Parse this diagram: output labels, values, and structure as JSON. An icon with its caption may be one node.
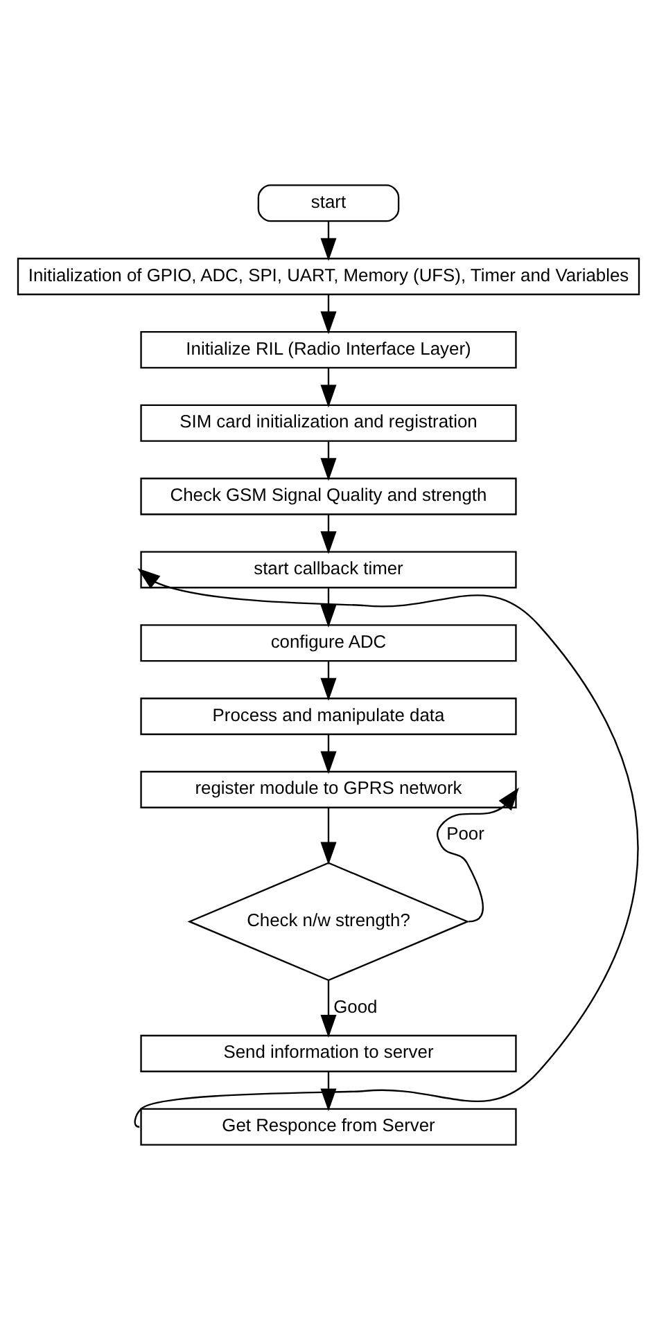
{
  "diagram": {
    "nodes": [
      {
        "text": [
          "start"
        ]
      },
      {
        "text": [
          "Initialization of GPIO, ADC, SPI, UART, Memory (UFS), Timer and Variables"
        ]
      },
      {
        "text": [
          "Initialize RIL (Radio Interface Layer)"
        ]
      },
      {
        "text": [
          "SIM card initialization and registration"
        ]
      },
      {
        "text": [
          "Check GSM Signal Quality and strength"
        ]
      },
      {
        "text": [
          "start callback timer"
        ]
      },
      {
        "text": [
          "configure ADC"
        ]
      },
      {
        "text": [
          "Process and manipulate data"
        ]
      },
      {
        "text": [
          "register module to GPRS network"
        ]
      },
      {
        "text": [
          "Check n/w strength?"
        ]
      },
      {
        "text": [
          "Send information to server"
        ]
      },
      {
        "text": [
          "Get Responce from Server"
        ]
      }
    ],
    "edges": [
      {
        "from": 0,
        "to": 1,
        "arrow": "to"
      },
      {
        "from": 1,
        "to": 2,
        "arrow": "to"
      },
      {
        "from": 2,
        "to": 3,
        "arrow": "to"
      },
      {
        "from": 3,
        "to": 4,
        "arrow": "to"
      },
      {
        "from": 4,
        "to": 5,
        "arrow": "to"
      },
      {
        "from": 5,
        "to": 6,
        "arrow": "to"
      },
      {
        "from": 6,
        "to": 7,
        "arrow": "to"
      },
      {
        "from": 7,
        "to": 8,
        "arrow": "to"
      },
      {
        "from": 8,
        "to": 9,
        "arrow": "to"
      },
      {
        "from": 9,
        "to": 10,
        "label": "Good",
        "arrow": "to"
      },
      {
        "from": 9,
        "to": 8,
        "label": "Poor",
        "arrow": "to"
      },
      {
        "from": 10,
        "to": 11,
        "arrow": "to"
      },
      {
        "from": 11,
        "to": 5,
        "arrow": "to"
      }
    ]
  }
}
